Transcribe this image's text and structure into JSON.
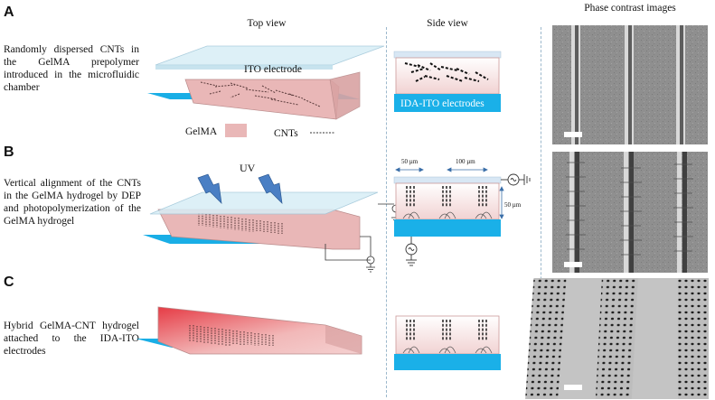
{
  "headers": {
    "top_view": "Top view",
    "side_view": "Side view",
    "phase_contrast": "Phase contrast images"
  },
  "panels": [
    {
      "letter": "A",
      "description": "Randomly dispersed CNTs in the GelMA prepolymer introduced in the microfluidic chamber"
    },
    {
      "letter": "B",
      "description": "Vertical alignment of the CNTs in the GelMA hydrogel by DEP and photopolymerization of the GelMA hydrogel"
    },
    {
      "letter": "C",
      "description": "Hybrid GelMA-CNT hydrogel attached to the IDA-ITO electrodes"
    }
  ],
  "labels": {
    "ito_electrode": "ITO electrode",
    "ida_ito_electrodes": "IDA-ITO electrodes",
    "gelma": "GelMA",
    "cnts": "CNTs",
    "uv": "UV",
    "dim_50um_top": "50 µm",
    "dim_100um": "100 µm",
    "dim_50um_side": "50 µm"
  },
  "colors": {
    "gelma": "#e8b4b4",
    "electrode": "#1ab0e8",
    "glass": "#d8eef6",
    "lightning": "#4a7fc4",
    "red_top": "#e8474f"
  }
}
